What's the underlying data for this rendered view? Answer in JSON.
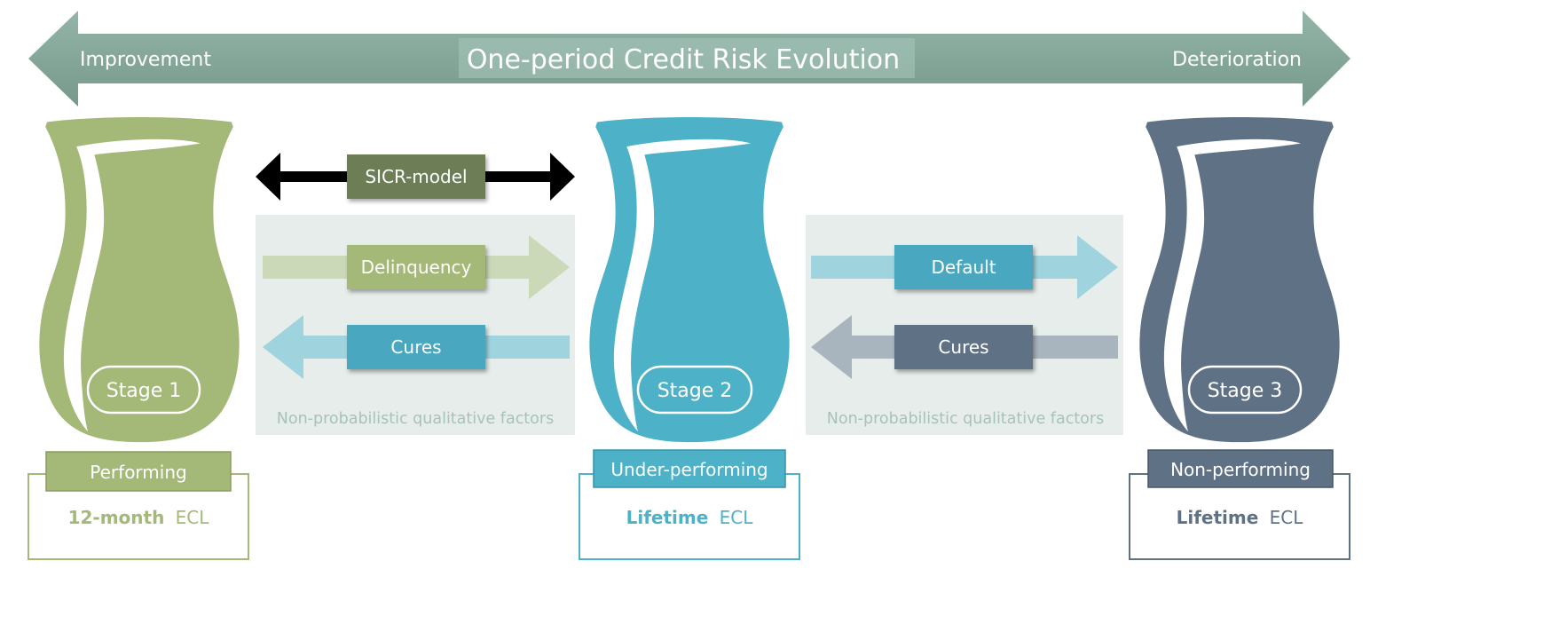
{
  "banner": {
    "title": "One-period Credit Risk Evolution",
    "left": "Improvement",
    "right": "Deterioration"
  },
  "stages": [
    {
      "label": "Stage 1",
      "tab": "Performing",
      "ecl_bold": "12-month",
      "ecl_rest": "ECL",
      "color": "#a4b878"
    },
    {
      "label": "Stage 2",
      "tab": "Under-performing",
      "ecl_bold": "Lifetime",
      "ecl_rest": "ECL",
      "color": "#4db2c8"
    },
    {
      "label": "Stage 3",
      "tab": "Non-performing",
      "ecl_bold": "Lifetime",
      "ecl_rest": "ECL",
      "color": "#5f7185"
    }
  ],
  "transitions": {
    "sicr": "SICR-model",
    "delinquency": "Delinquency",
    "cures_1": "Cures",
    "default": "Default",
    "cures_2": "Cures",
    "factors_1": "Non-probabilistic qualitative factors",
    "factors_2": "Non-probabilistic qualitative factors"
  },
  "colors": {
    "banner": "#7fa597",
    "panel": "#e6edea",
    "factors_text": "#a8c2ba",
    "sicr_box": "#6d7d57"
  }
}
